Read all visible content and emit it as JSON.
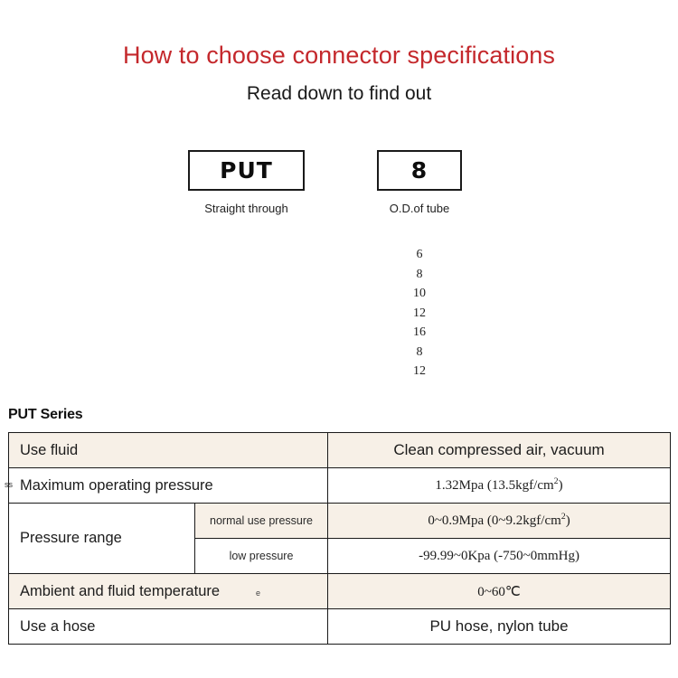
{
  "header": {
    "title": "How to choose connector specifications",
    "subtitle": "Read down to find out",
    "title_color": "#c4282c"
  },
  "code_boxes": [
    {
      "value": "PUT",
      "caption": "Straight through"
    },
    {
      "value": "8",
      "caption": "O.D.of tube"
    }
  ],
  "option_list": [
    "6",
    "8",
    "10",
    "12",
    "16",
    "8",
    "12"
  ],
  "series": {
    "label": "PUT Series"
  },
  "spec_table": {
    "accent_color": "#f7f0e7",
    "rows": [
      {
        "label": "Use fluid",
        "sub_label": null,
        "value": "Clean compressed air, vacuum",
        "shade": "beige"
      },
      {
        "label": "Maximum operating pressure",
        "label_artifact": "ss",
        "sub_label": null,
        "value": "1.32Mpa  (13.5kgf/cm2)",
        "value_base": "1.32Mpa  (13.5kgf/cm",
        "value_sup": "2",
        "value_tail": ")",
        "shade": "white"
      },
      {
        "label": "Pressure range",
        "sub_label": "normal use pressure",
        "value": "0~0.9Mpa  (0~9.2kgf/cm2)",
        "value_base": "0~0.9Mpa  (0~9.2kgf/cm",
        "value_sup": "2",
        "value_tail": ")",
        "shade": "beige"
      },
      {
        "label": "",
        "sub_label": "low pressure",
        "value": "-99.99~0Kpa  (-750~0mmHg)",
        "shade": "white"
      },
      {
        "label": "Ambient and fluid temperature",
        "label_artifact": "e",
        "sub_label": null,
        "value": "0~60℃",
        "shade": "beige"
      },
      {
        "label": "Use a hose",
        "sub_label": null,
        "value": "PU hose, nylon tube",
        "shade": "white"
      }
    ]
  }
}
